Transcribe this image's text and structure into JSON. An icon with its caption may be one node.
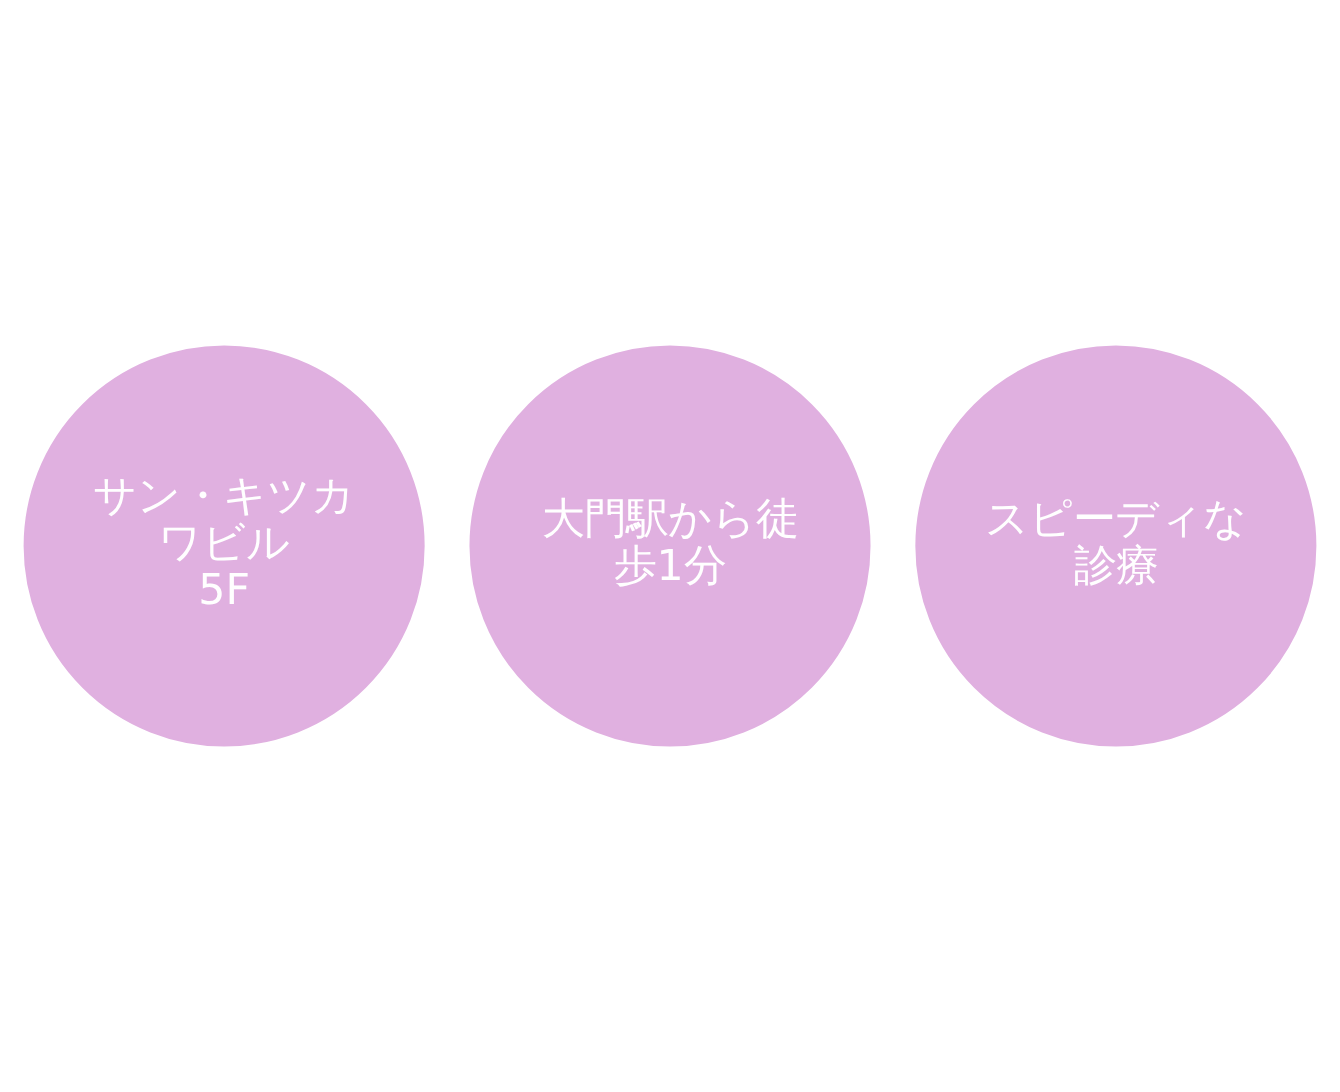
{
  "diagram": {
    "nodes": [
      {
        "text": [
          "サン・キツカワビル",
          "5F"
        ]
      },
      {
        "text": [
          "大門駅から徒歩1分"
        ]
      },
      {
        "text": [
          "スピーディな診療"
        ]
      }
    ]
  }
}
